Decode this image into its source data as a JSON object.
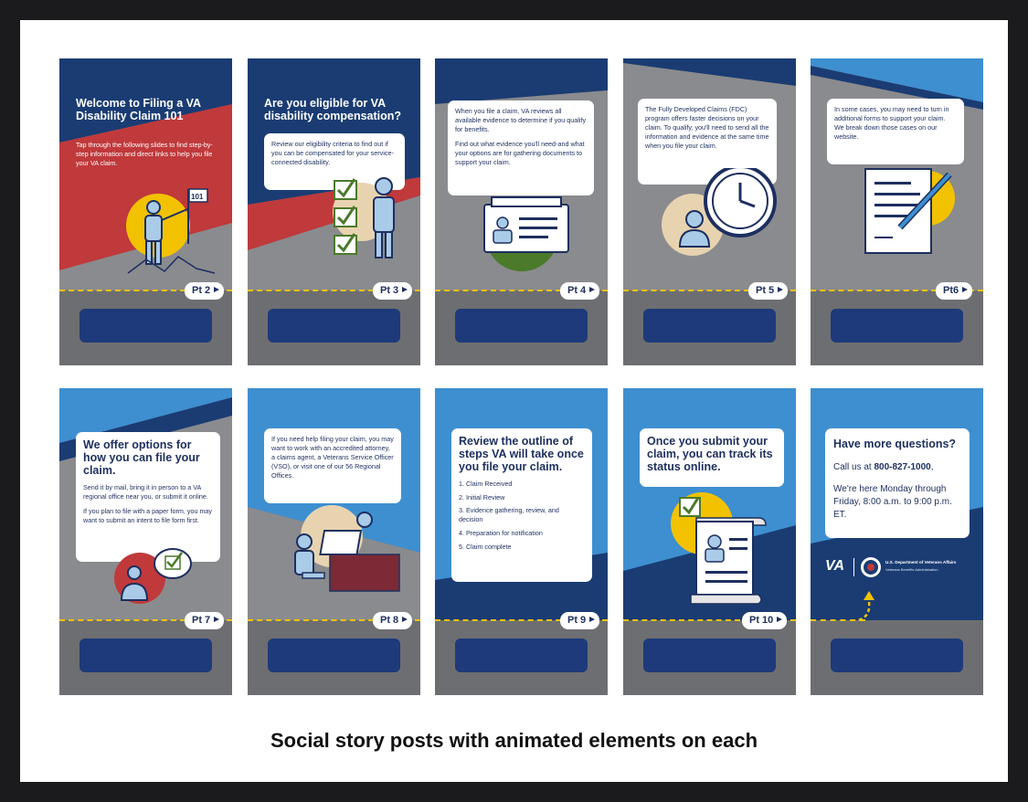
{
  "colors": {
    "navy": "#1a3c73",
    "red": "#c0393b",
    "gray": "#8a8b8e",
    "darkgray": "#6d6e71",
    "lightblue": "#3e8fd0",
    "yellow": "#f2c200",
    "button": "#1e3a7a"
  },
  "cards": [
    {
      "title": "Welcome to Filing a VA Disability Claim 101",
      "body": [
        "Tap through the following slides to find step-by-step information and direct links to help you file your VA claim."
      ],
      "flag": "101",
      "pt": "Pt 2"
    },
    {
      "title": "Are you eligible for VA disability compensation?",
      "body": [
        "Review our eligibility criteria to find out if you can be compensated for your service-connected disability."
      ],
      "pt": "Pt 3"
    },
    {
      "body": [
        "When you file a claim, VA reviews all available evidence to determine if you qualify for benefits.",
        "Find out what evidence you'll need-and what your options are for gathering documents to support your claim."
      ],
      "pt": "Pt 4"
    },
    {
      "body": [
        "The Fully Developed Claims (FDC) program offers faster decisions on your claim. To qualify, you'll need to send all the information and evidence at the same time when you file your claim."
      ],
      "pt": "Pt 5"
    },
    {
      "body": [
        "In some cases, you may need to turn in additional forms to support your claim. We break down those cases on our website."
      ],
      "pt": "Pt6"
    },
    {
      "title": "We offer options for how you can file your claim.",
      "body": [
        "Send it by mail, bring it in person to a VA regional office near you, or submit it online.",
        "If you plan to file with a paper form, you may want to submit an intent to file form first."
      ],
      "pt": "Pt 7"
    },
    {
      "body": [
        "If you need help filing your claim, you may want to work with an accredited attorney, a claims agent, a Veterans Service Officer (VSO), or visit one of our 56 Regional Offices."
      ],
      "pt": "Pt 8"
    },
    {
      "title": "Review the outline of steps VA will take once you file your claim.",
      "steps": [
        "1. Claim Received",
        "2. Initial Review",
        "3. Evidence gathering, review, and decision",
        "4. Preparation for notification",
        "5. Claim complete"
      ],
      "pt": "Pt 9"
    },
    {
      "title": "Once you submit your claim, you can track its status online.",
      "pt": "Pt 10"
    },
    {
      "title": "Have more questions?",
      "call_prefix": "Call us at ",
      "phone": "800-827-1000",
      "call_suffix": ",",
      "hours": "We're here Monday through Friday, 8:00 a.m. to 9:00 p.m. ET.",
      "logo_va": "VA",
      "logo_dept": "U.S. Department of Veterans Affairs",
      "logo_sub": "Veterans Benefits Administration"
    }
  ],
  "caption": "Social story posts with animated elements on each"
}
